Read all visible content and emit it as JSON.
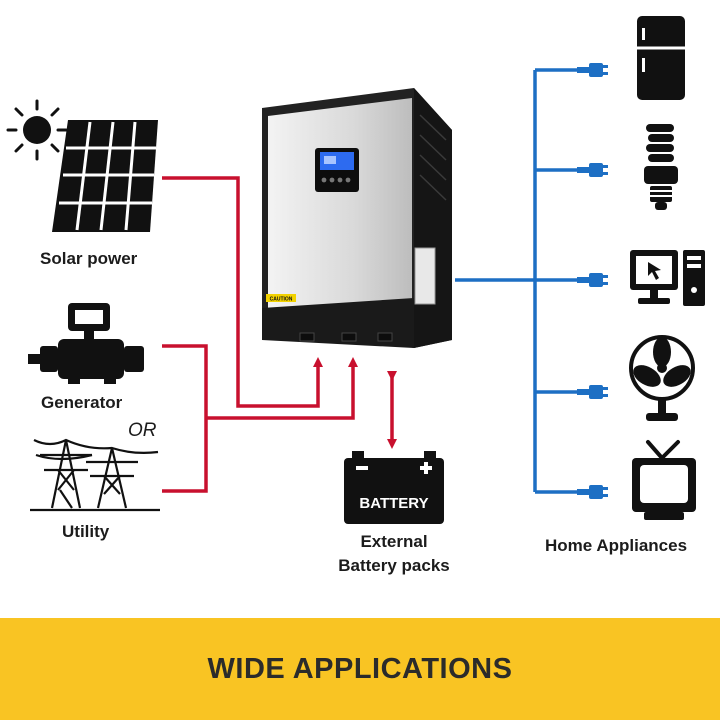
{
  "labels": {
    "solar": "Solar power",
    "generator": "Generator",
    "or": "OR",
    "utility": "Utility",
    "battery_plate": "BATTERY",
    "battery_line1": "External",
    "battery_line2": "Battery packs",
    "appliances": "Home Appliances",
    "caution": "CAUTION"
  },
  "banner": {
    "title": "WIDE APPLICATIONS"
  },
  "colors": {
    "input_wire": "#c8102e",
    "output_wire": "#1d6fc4",
    "icon": "#111111",
    "banner": "#f9c423"
  },
  "icons": [
    "sun-icon",
    "solar-panel-icon",
    "generator-icon",
    "utility-tower-icon",
    "battery-icon",
    "fridge-icon",
    "lightbulb-icon",
    "computer-icon",
    "fan-icon",
    "tv-icon",
    "plug-icon"
  ]
}
